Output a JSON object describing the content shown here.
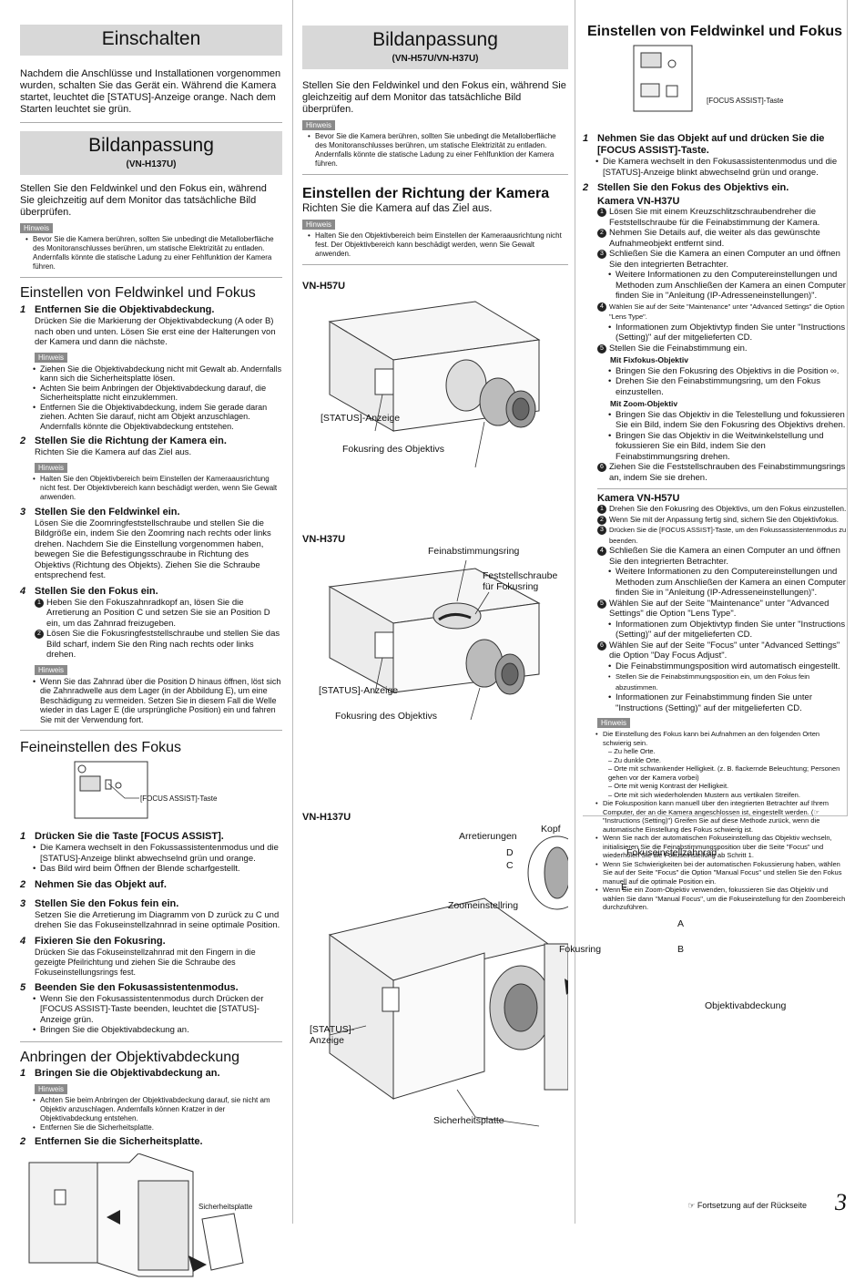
{
  "left": {
    "einschalten_title": "Einschalten",
    "einschalten_text": "Nachdem die Anschlüsse und Installationen vorgenommen wurden, schalten Sie das Gerät ein. Während die Kamera startet, leuchtet die [STATUS]-Anzeige orange. Nach dem Starten leuchtet sie grün.",
    "bild_title": "Bildanpassung",
    "bild_sub": "(VN-H137U)",
    "bild_text": "Stellen Sie den Feldwinkel und den Fokus ein, während Sie gleichzeitig auf dem Monitor das tatsächliche Bild überprüfen.",
    "hinweis": "Hinweis",
    "bild_note": "Bevor Sie die Kamera berühren, sollten Sie unbedingt die Metalloberfläche des Monitoranschlusses berühren, um statische Elektrizität zu entladen. Andernfalls könnte die statische Ladung zu einer Fehlfunktion der Kamera führen.",
    "feld_title": "Einstellen von Feldwinkel und Fokus",
    "s1_title": "Entfernen Sie die Objektivabdeckung.",
    "s1_text": "Drücken Sie die Markierung der Objektivabdeckung (A oder B) nach oben und unten. Lösen Sie erst eine der Halterungen von der Kamera und dann die nächste.",
    "s1_notes": [
      "Ziehen Sie die Objektivabdeckung nicht mit Gewalt ab. Andernfalls kann sich die Sicherheitsplatte lösen.",
      "Achten Sie beim Anbringen der Objektivabdeckung darauf, die Sicherheitsplatte nicht einzuklemmen.",
      "Entfernen Sie die Objektivabdeckung, indem Sie gerade daran ziehen. Achten Sie darauf, nicht am Objekt anzuschlagen. Andernfalls könnte die Objektivabdeckung entstehen."
    ],
    "s2_title": "Stellen Sie die Richtung der Kamera ein.",
    "s2_text": "Richten Sie die Kamera auf das Ziel aus.",
    "s2_note": "Halten Sie den Objektivbereich beim Einstellen der Kameraausrichtung nicht fest. Der Objektivbereich kann beschädigt werden, wenn Sie Gewalt anwenden.",
    "s3_title": "Stellen Sie den Feldwinkel ein.",
    "s3_text": "Lösen Sie die Zoomringfeststellschraube und stellen Sie die Bildgröße ein, indem Sie den Zoomring nach rechts oder links drehen. Nachdem Sie die Einstellung vorgenommen haben, bewegen Sie die Befestigungsschraube in Richtung des Objektivs (Richtung des Objekts). Ziehen Sie die Schraube entsprechend fest.",
    "s4_title": "Stellen Sie den Fokus ein.",
    "s4_items": [
      "Heben Sie den Fokuszahnradkopf an, lösen Sie die Arretierung an Position C und setzen Sie sie an Position D ein, um das Zahnrad freizugeben.",
      "Lösen Sie die Fokusringfeststellschraube und stellen Sie das Bild scharf, indem Sie den Ring nach rechts oder links drehen."
    ],
    "s4_note": "Wenn Sie das Zahnrad über die Position D hinaus öffnen, löst sich die Zahnradwelle aus dem Lager (in der Abbildung E), um eine Beschädigung zu vermeiden. Setzen Sie in diesem Fall die Welle wieder in das Lager E (die ursprüngliche Position) ein und fahren Sie mit der Verwendung fort.",
    "fein_title": "Feineinstellen des Fokus",
    "focus_label": "[FOCUS ASSIST]-Taste",
    "f1_title": "Drücken Sie die Taste [FOCUS ASSIST].",
    "f1_items": [
      "Die Kamera wechselt in den Fokussassistentenmodus und die [STATUS]-Anzeige blinkt abwechselnd grün und orange.",
      "Das Bild wird beim Öffnen der Blende scharfgestellt."
    ],
    "f2_title": "Nehmen Sie das Objekt auf.",
    "f3_title": "Stellen Sie den Fokus fein ein.",
    "f3_text": "Setzen Sie die Arretierung im Diagramm von D zurück zu C und drehen Sie das Fokuseinstellzahnrad in seine optimale Position.",
    "f4_title": "Fixieren Sie den Fokusring.",
    "f4_text": "Drücken Sie das Fokuseinstellzahnrad mit den Fingern in die gezeigte Pfeilrichtung und ziehen Sie die Schraube des Fokuseinstellungsrings fest.",
    "f5_title": "Beenden Sie den Fokusassistentenmodus.",
    "f5_items": [
      "Wenn Sie den Fokusassistentenmodus durch Drücken der [FOCUS ASSIST]-Taste beenden, leuchtet die [STATUS]-Anzeige grün.",
      "Bringen Sie die Objektivabdeckung an."
    ],
    "anb_title": "Anbringen der Objektivabdeckung",
    "a1_title": "Bringen Sie die Objektivabdeckung an.",
    "a1_note": "Achten Sie beim Anbringen der Objektivabdeckung darauf, sie nicht am Objektiv anzuschlagen. Andernfalls können Kratzer in der Objektivabdeckung entstehen.",
    "a1_note2": "Entfernen Sie die Sicherheitsplatte.",
    "a2_title": "Entfernen Sie die Sicherheitsplatte.",
    "sicher_label": "Sicherheitsplatte"
  },
  "middle": {
    "bild_title": "Bildanpassung",
    "bild_sub": "(VN-H57U/VN-H37U)",
    "bild_text": "Stellen Sie den Feldwinkel und den Fokus ein, während Sie gleichzeitig auf dem Monitor das tatsächliche Bild überprüfen.",
    "hinweis": "Hinweis",
    "bild_note": "Bevor Sie die Kamera berühren, sollten Sie unbedingt die Metalloberfläche des Monitoranschlusses berühren, um statische Elektrizität zu entladen. Andernfalls könnte die statische Ladung zu einer Fehlfunktion der Kamera führen.",
    "richt_title": "Einstellen der Richtung der Kamera",
    "richt_text": "Richten Sie die Kamera auf das Ziel aus.",
    "richt_note": "Halten Sie den Objektivbereich beim Einstellen der Kameraausrichtung nicht fest. Der Objektivbereich kann beschädigt werden, wenn Sie Gewalt anwenden.",
    "h57_label": "VN-H57U",
    "status_label": "[STATUS]-Anzeige",
    "fokusring_label": "Fokusring des Objektivs",
    "h37_label": "VN-H37U",
    "fein_label": "Feinabstimmungsring",
    "fest_label": "Feststellschraube für Fokusring",
    "status_label2": "[STATUS]-Anzeige",
    "fokusring_label2": "Fokusring des Objektivs",
    "h137_label": "VN-H137U",
    "kopf": "Kopf",
    "arret": "Arretierungen",
    "d": "D",
    "c": "C",
    "zahnrad": "Fokuseinstellzahnrad",
    "e": "E",
    "zoom": "Zoomeinstellring",
    "a": "A",
    "fokusring": "Fokusring",
    "b": "B",
    "objdeck": "Objektivabdeckung",
    "status3": "[STATUS]-Anzeige",
    "sicher": "Sicherheitsplatte"
  },
  "right": {
    "title": "Einstellen von Feldwinkel und Fokus",
    "focus_label": "[FOCUS ASSIST]-Taste",
    "r1_title": "Nehmen Sie das Objekt auf und drücken Sie die [FOCUS ASSIST]-Taste.",
    "r1_item": "Die Kamera wechselt in den Fokusassistentenmodus und die [STATUS]-Anzeige blinkt abwechselnd grün und orange.",
    "r2_title": "Stellen Sie den Fokus des Objektivs ein.",
    "h37_title": "Kamera VN-H37U",
    "h37_items": [
      "Lösen Sie mit einem Kreuzschlitzschraubendreher die Feststellschraube für die Feinabstimmung der Kamera.",
      "Nehmen Sie Details auf, die weiter als das gewünschte Aufnahmeobjekt entfernt sind.",
      "Schließen Sie die Kamera an einen Computer an und öffnen Sie den integrierten Betrachter.",
      "Wählen Sie auf der Seite \"Maintenance\" unter \"Advanced Settings\" die Option \"Lens Type\".",
      "Stellen Sie die Feinabstimmung ein."
    ],
    "h37_sub3": "Weitere Informationen zu den Computereinstellungen und Methoden zum Anschließen der Kamera an einen Computer finden Sie in \"Anleitung (IP-Adresseneinstellungen)\".",
    "h37_sub4": "Informationen zum Objektivtyp finden Sie unter \"Instructions (Setting)\" auf der mitgelieferten CD.",
    "fix_title": "Mit Fixfokus-Objektiv",
    "fix_items": [
      "Bringen Sie den Fokusring des Objektivs in die Position ∞.",
      "Drehen Sie den Feinabstimmungsring, um den Fokus einzustellen."
    ],
    "zoom_title": "Mit Zoom-Objektiv",
    "zoom_items": [
      "Bringen Sie das Objektiv in die Telestellung und fokussieren Sie ein Bild, indem Sie den Fokusring des Objektivs drehen.",
      "Bringen Sie das Objektiv in die Weitwinkelstellung und fokussieren Sie ein Bild, indem Sie den Feinabstimmungsring drehen."
    ],
    "h37_item6": "Ziehen Sie die Feststellschrauben des Feinabstimmungsrings an, indem Sie sie drehen.",
    "h57_title": "Kamera VN-H57U",
    "h57_items": [
      "Drehen Sie den Fokusring des Objektivs, um den Fokus einzustellen.",
      "Wenn Sie mit der Anpassung fertig sind, sichern Sie den Objektivfokus.",
      "Drücken Sie die [FOCUS ASSIST]-Taste, um den Fokussassistentenmodus zu beenden.",
      "Schließen Sie die Kamera an einen Computer an und öffnen Sie den integrierten Betrachter.",
      "Wählen Sie auf der Seite \"Maintenance\" unter \"Advanced Settings\" die Option \"Lens Type\".",
      "Wählen Sie auf der Seite \"Focus\" unter \"Advanced Settings\" die Option \"Day Focus Adjust\"."
    ],
    "h57_sub4": "Weitere Informationen zu den Computereinstellungen und Methoden zum Anschließen der Kamera an einen Computer finden Sie in \"Anleitung (IP-Adresseneinstellungen)\".",
    "h57_sub5": "Informationen zum Objektivtyp finden Sie unter \"Instructions (Setting)\" auf der mitgelieferten CD.",
    "h57_sub6": [
      "Die Feinabstimmungsposition wird automatisch eingestellt.",
      "Stellen Sie die Feinabstimmungsposition ein, um den Fokus fein abzustimmen.",
      "Informationen zur Feinabstimmung finden Sie unter \"Instructions (Setting)\" auf der mitgelieferten CD."
    ],
    "hinweis": "Hinweis",
    "notes": [
      "Die Einstellung des Fokus kann bei Aufnahmen an den folgenden Orten schwierig sein.",
      "Die Fokusposition kann manuell über den integrierten Betrachter auf Ihrem Computer, der an die Kamera angeschlossen ist, eingestellt werden. (☞ \"Instructions (Setting)\") Greifen Sie auf diese Methode zurück, wenn die automatische Einstellung des Fokus schwierig ist.",
      "Wenn Sie nach der automatischen Fokuseinstellung das Objektiv wechseln, initialisieren Sie die Feinabstimmungsposition über die Seite \"Focus\" und wiederholen Sie die Fokuseinstellung ab Schritt 1.",
      "Wenn Sie Schwierigkeiten bei der automatischen Fokussierung haben, wählen Sie auf der Seite \"Focus\" die Option \"Manual Focus\" und stellen Sie den Fokus manuell auf die optimale Position ein.",
      "Wenn Sie ein Zoom-Objektiv verwenden, fokussieren Sie das Objektiv und wählen Sie dann \"Manual Focus\", um die Fokuseinstellung für den Zoombereich durchzuführen."
    ],
    "places": [
      "– Zu helle Orte.",
      "– Zu dunkle Orte.",
      "– Orte mit schwankender Helligkeit. (z. B. flackernde Beleuchtung; Personen gehen vor der Kamera vorbei)",
      "– Orte mit wenig Kontrast der Helligkeit.",
      "– Orte mit sich wiederholenden Mustern aus vertikalen Streifen."
    ]
  },
  "footer": {
    "continue": "☞ Fortsetzung auf der Rückseite",
    "page": "3"
  }
}
